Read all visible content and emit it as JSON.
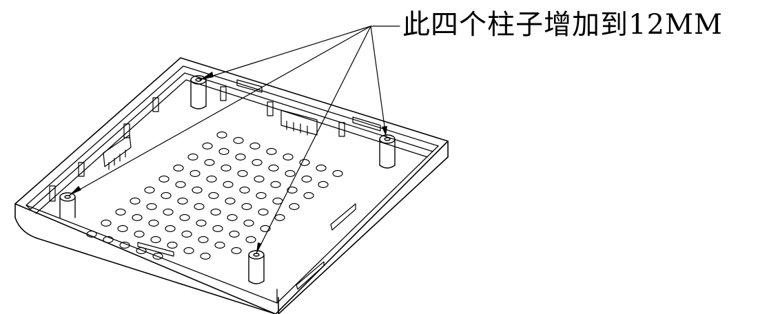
{
  "annotation": {
    "text": "此四个柱子增加到12MM"
  },
  "drawing": {
    "subject": "enclosure-base-line-drawing",
    "standoff_count": 4,
    "line_color": "#000000",
    "background_color": "#ffffff"
  }
}
